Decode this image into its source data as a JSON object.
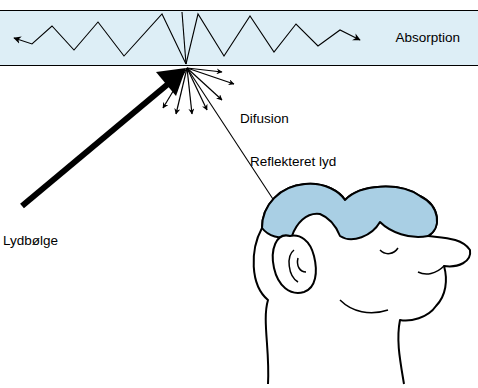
{
  "diagram": {
    "nodes": [
      {
        "text": [
          "Absorption"
        ]
      }
    ],
    "labels": [
      "Difusion",
      "Reflekteret lyd",
      "Lydbølge"
    ]
  }
}
